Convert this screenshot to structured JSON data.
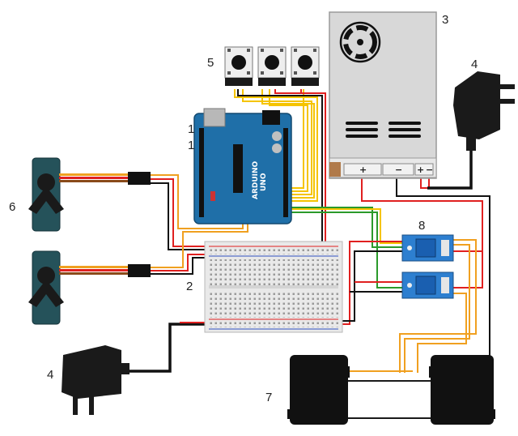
{
  "labels": {
    "arduino_a": "1",
    "arduino_b": "1",
    "breadboard": "2",
    "power_supply": "3",
    "adapter_top": "4",
    "adapter_bottom": "4",
    "buttons": "5",
    "servos": "6",
    "motor": "7",
    "relays": "8"
  },
  "psu": {
    "plus": "+",
    "minus": "−",
    "plus_small": "+",
    "minus_small": "−"
  },
  "arduino": {
    "brand": "UNO",
    "subbrand": "ARDUINO"
  },
  "wire_colors": {
    "red": "#e02020",
    "black": "#111111",
    "yellow": "#f5c400",
    "orange": "#f0a020",
    "green": "#2a9a2a",
    "arduino_blue": "#1f6fa8",
    "relay_blue": "#2d7fd0",
    "servo_teal": "#25525a"
  }
}
